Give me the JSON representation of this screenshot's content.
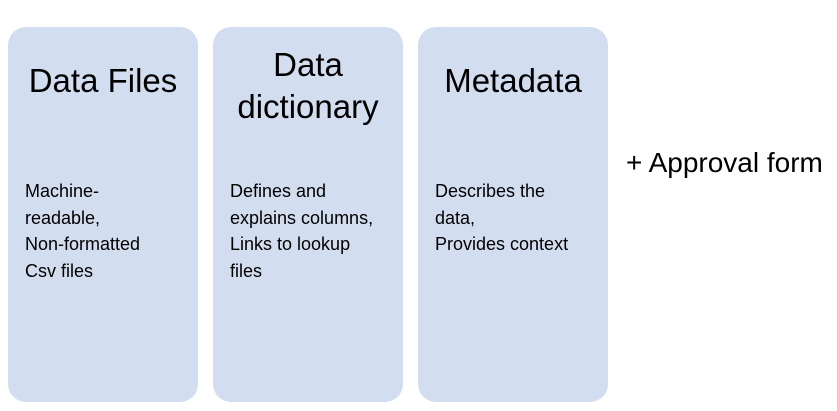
{
  "colors": {
    "card_fill": "#d3ddf0",
    "text": "#000000",
    "background": "#ffffff"
  },
  "cards": [
    {
      "title": "Data Files",
      "body": "Machine-\nreadable,\nNon-formatted\nCsv files"
    },
    {
      "title": "Data\ndictionary",
      "body": "Defines and\nexplains columns,\nLinks to lookup\nfiles"
    },
    {
      "title": "Metadata",
      "body": "Describes the\ndata,\nProvides context"
    }
  ],
  "extra_note": "+ Approval form"
}
